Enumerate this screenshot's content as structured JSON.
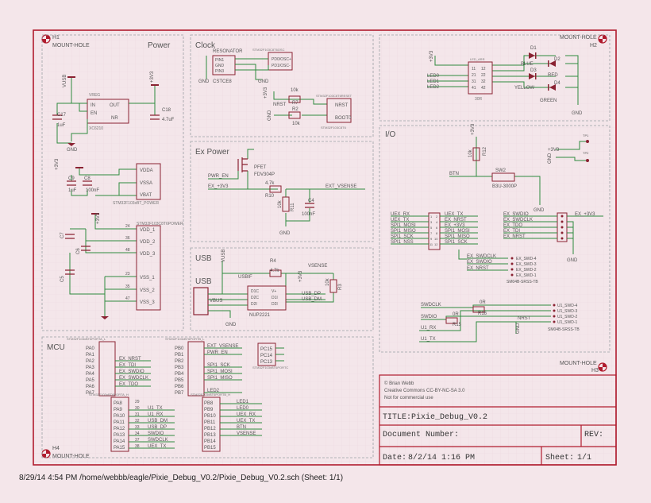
{
  "sections": {
    "power": "Power",
    "clock": "Clock",
    "ex_power": "Ex Power",
    "usb": "USB",
    "io": "I/O",
    "mcu": "MCU"
  },
  "mount_holes": {
    "h1": "H1",
    "h2": "H2",
    "h3": "H3",
    "h4": "H4",
    "label": "MOUNT-HOLE"
  },
  "power": {
    "vusb": "VUSB",
    "v3v3": "+3V3",
    "reg_part": "VREG",
    "reg_pins": [
      "IN",
      "EN",
      "OUT",
      "NR"
    ],
    "reg_name": "XC6210",
    "c17": "C17",
    "c17_val": "1uF",
    "c18": "C18",
    "c18_val": "4.7uF",
    "gnd": "GND",
    "c9": "C9",
    "c8": "C8",
    "c9_val": "1uF",
    "c8_val": "100nF",
    "vdda": "VDDA",
    "vssa": "VSSA",
    "vbat": "VBAT",
    "u1_power": "STM32F103xBT_POWER",
    "vdd": [
      "VDD_1",
      "VDD_2",
      "VDD_3"
    ],
    "vss": [
      "VSS_1",
      "VSS_2",
      "VSS_3"
    ],
    "vdd_pins": [
      "24",
      "36",
      "48"
    ],
    "vss_pins": [
      "23",
      "35",
      "47"
    ],
    "caps_v": [
      "C7",
      "C6",
      "C5"
    ],
    "stm_power": "STM32F103C8T6POWER"
  },
  "clock": {
    "resonator": "RESONATOR",
    "part": "STM32F103C8T6OSC",
    "pin_labels": [
      "PIN1",
      "GND",
      "PIN3"
    ],
    "osc_pins": [
      "PD0/OSC+",
      "PD1/OSC-"
    ],
    "cstce": "CSTCE8",
    "r7": "R7",
    "r7_val": "10k",
    "r2": "R2",
    "r2_val": "10k",
    "nrst": "NRST",
    "boot0": "BOOT0",
    "v3v3": "+3V3",
    "stm_reset": "STM32F103C8T6RESET",
    "stm_boot": "STM32F103C8T6"
  },
  "ex_power": {
    "pfet": "PFET",
    "fdv": "FDV304P",
    "pwr_en": "PWR_EN",
    "ex_3v3": "EX_+3V3",
    "ext_vsense": "EXT_VSENSE",
    "r10": "R10",
    "r10_val": "4.7k",
    "r11": "R11",
    "r11_val": "10k",
    "c4": "C4",
    "c4_val": "100nF",
    "gnd": "GND"
  },
  "usb": {
    "label": "USB",
    "usbif": "USBIF",
    "vusb": "VUSB",
    "vsense": "VSENSE",
    "r4": "R4",
    "r4_val": "4.7k",
    "r3": "R3",
    "r3_val": "10k",
    "pins_left": [
      "D1C",
      "D2C",
      "D2I"
    ],
    "pins_right": [
      "V+",
      "D1I",
      "D2I"
    ],
    "usb_dp": "USB_DP",
    "usb_dm": "USB_DM",
    "part": "NUP2221",
    "vbus": "VBUS",
    "v3v3": "+3V3",
    "gnd": "GND"
  },
  "leds": {
    "v3v3": "+3V3",
    "led_array": "LED_ARR",
    "led_pins_l": [
      "11",
      "21",
      "31",
      "41"
    ],
    "led_pins_r": [
      "12",
      "22",
      "32",
      "42"
    ],
    "labels": [
      "LED0",
      "LED1",
      "LED2"
    ],
    "res": "30R",
    "d1": "D1",
    "d2": "D2",
    "d3": "D3",
    "d4": "D4",
    "blue": "BLUE",
    "red": "RED",
    "yellow": "YELLOW",
    "green": "GREEN"
  },
  "io": {
    "tp1": "TP1",
    "tp2": "TP2",
    "v3v3": "+3V3",
    "gnd": "GND",
    "r12": "R12",
    "r12_val": "10k",
    "btn": "BTN",
    "sw2": "SW2",
    "sw_part": "B3U-3000P",
    "uex_left": [
      "UEX_RX",
      "UEX_TX",
      "SPI1_MOSI",
      "SPI1_MISO",
      "SPI1_SCK",
      "SPI1_NSS"
    ],
    "uex_right": [
      "UEX_TX",
      "EX_NRST",
      "EX_+3V3",
      "SPI1_MOSI",
      "SPI1_MISO",
      "SPI1_SCK"
    ],
    "uex_pins": [
      "1",
      "2",
      "3",
      "4",
      "5",
      "6",
      "7",
      "8",
      "9",
      "10",
      "11",
      "12"
    ],
    "swd_left": [
      "EX_SWDIO",
      "EX_SWDCLK",
      "EX_TDO",
      "EX_TDI",
      "EX_NRST"
    ],
    "ex_3v3": "EX_+3V3",
    "swd_mid": [
      "EX_SWDCLK",
      "EX_SWDIO",
      "EX_NRST"
    ],
    "swd_conn": [
      "EX_SWD-4",
      "EX_SWD-3",
      "EX_SWD-2",
      "EX_SWD-1"
    ],
    "sm04b": "SM04B-SRSS-TB",
    "swdclk": "SWDCLK",
    "swdio": "SWDIO",
    "u1_rx": "U1_RX",
    "u1_tx": "U1_TX",
    "r16": "R16",
    "r15": "R15",
    "r_val": "0R",
    "nrst": "NRST",
    "swd_conn2": [
      "U1_SWD-4",
      "U1_SWD-3",
      "U1_SWD-2",
      "U1_SWD-1"
    ],
    "sm04b2": "SM04B-SRSS-TB"
  },
  "mcu": {
    "part_a": "STM32F103xBT6PORTA_L",
    "porta_l": [
      "PA0",
      "PA1",
      "PA2",
      "PA3",
      "PA4",
      "PA5",
      "PA6",
      "PA7"
    ],
    "porta_l_nets": [
      "EX_NRST",
      "EX_TDI",
      "EX_SWDIO",
      "EX_SWDCLK",
      "EX_TDO"
    ],
    "part_b": "STM32F103xBT6PORTB_L",
    "portb_l": [
      "PB0",
      "PB1",
      "PB2",
      "PB3",
      "PB4",
      "PB5",
      "PB6",
      "PB7"
    ],
    "portb_l_nets": [
      "EXT_VSENSE",
      "PWR_EN",
      "SPI1_SCK",
      "SPI1_MOSI",
      "SPI1_MISO",
      "LED2"
    ],
    "portc": [
      "PC15",
      "PC14",
      "PC13"
    ],
    "part_c": "STM32F103xBT6PORTC",
    "part_ah": "STM32F103xBT6PORTA_H",
    "porta_h": [
      "PA8",
      "PA9",
      "PA10",
      "PA11",
      "PA12",
      "PA13",
      "PA14",
      "PA15"
    ],
    "porta_h_pins": [
      "29",
      "30",
      "31",
      "32",
      "33",
      "34",
      "37",
      "38"
    ],
    "porta_h_nets": [
      "U1_TX",
      "U1_RX",
      "USB_DM",
      "USB_DP",
      "SWDIO",
      "SWDCLK",
      "UEX_TX"
    ],
    "part_bh": "STM32F103xBT6PORTB_H",
    "portb_h": [
      "PB8",
      "PB9",
      "PB10",
      "PB11",
      "PB12",
      "PB13",
      "PB14",
      "PB15"
    ],
    "portb_h_nets": [
      "LED1",
      "LED0",
      "UEX_RX",
      "UEX_TX",
      "BTN",
      "VSENSE"
    ]
  },
  "title_block": {
    "credit": [
      "© Brian Webb",
      "Creative Commons CC-BY-NC-SA 3.0",
      "Not for commercial use"
    ],
    "title_label": "TITLE:",
    "title_value": "Pixie_Debug_V0.2",
    "docnum_label": "Document Number:",
    "rev_label": "REV:",
    "date_label": "Date:",
    "date_value": "8/2/14 1:16 PM",
    "sheet_label": "Sheet:",
    "sheet_value": "1/1"
  },
  "footer": "8/29/14 4:54 PM  /home/webbb/eagle/Pixie_Debug_V0.2/Pixie_Debug_V0.2.sch (Sheet: 1/1)",
  "colors": {
    "frame": "#b01c2e",
    "wire": "#2e8b3e",
    "part": "#8a2232",
    "dashed": "#9aa0a6",
    "text": "#555555",
    "background": "#f4e6ea"
  }
}
